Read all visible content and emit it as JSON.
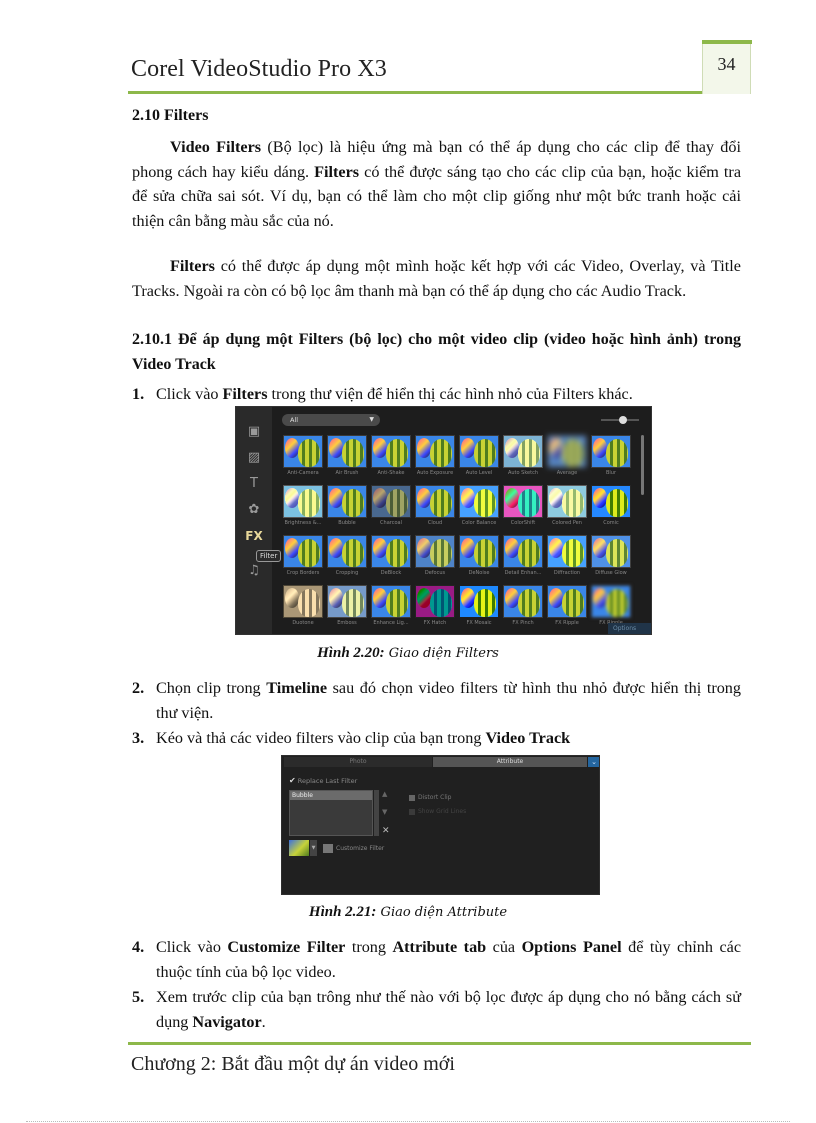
{
  "header": {
    "title": "Corel VideoStudio  Pro X3",
    "page_number": "34",
    "accent_color": "#8db84a"
  },
  "section": {
    "heading": "2.10 Filters",
    "para1": {
      "b1": "Video Filters",
      "t1": " (Bộ lọc) là hiệu ứng mà bạn có thể áp dụng cho các clip để thay đổi phong cách hay kiểu dáng. ",
      "b2": "Filters",
      "t2": " có thể được sáng tạo cho các clip của bạn, hoặc kiểm tra để sửa chữa sai sót. Ví dụ, bạn có thể làm cho một clip giống như một bức tranh hoặc cải thiện cân bằng màu sắc của nó."
    },
    "para2": {
      "b1": "Filters",
      "t1": " có thể được áp dụng một mình hoặc kết hợp với các Video, Overlay, và Title Tracks. Ngoài ra còn có bộ lọc âm thanh mà bạn có thể áp dụng cho các Audio Track."
    },
    "subheading": "2.10.1 Để áp dụng một Filters (bộ lọc) cho một video clip (video hoặc hình ảnh) trong Video Track"
  },
  "steps": [
    {
      "num": "1.",
      "t1": "Click vào ",
      "b1": "Filters",
      "t2": " trong thư viện để hiển thị các hình nhỏ của Filters khác.",
      "b2": "",
      "t3": "",
      "b3": "",
      "t4": ""
    },
    {
      "num": "2.",
      "t1": "Chọn clip trong ",
      "b1": "Timeline",
      "t2": " sau đó chọn video filters từ hình thu nhỏ được hiển thị trong thư viện.",
      "b2": "",
      "t3": "",
      "b3": "",
      "t4": ""
    },
    {
      "num": "3.",
      "t1": "Kéo và thả các video filters vào clip của bạn trong ",
      "b1": "Video Track",
      "t2": "",
      "b2": "",
      "t3": "",
      "b3": "",
      "t4": ""
    },
    {
      "num": "4.",
      "t1": "Click vào ",
      "b1": "Customize Filter",
      "t2": " trong ",
      "b2": "Attribute tab",
      "t3": " của ",
      "b3": "Options Panel",
      "t4": " để tùy chỉnh các thuộc tính của bộ lọc video."
    },
    {
      "num": "5.",
      "t1": "Xem trước clip của bạn trông như thế nào với bộ lọc được áp dụng cho nó bằng cách sử dụng ",
      "b1": "Navigator",
      "t2": ".",
      "b2": "",
      "t3": "",
      "b3": "",
      "t4": ""
    }
  ],
  "figure1": {
    "caption_label": "Hình 2.20:",
    "caption_text": " Giao diện Filters",
    "dropdown_value": "All",
    "tooltip": "Filter",
    "options_label": "Options",
    "sidebar_icons": [
      "video-icon",
      "photo-icon",
      "title-icon",
      "graphic-icon",
      "fx-icon",
      "audio-icon"
    ],
    "filters": [
      "Anti-Camera",
      "Air Brush",
      "Anti-Shake",
      "Auto Exposure",
      "Auto Level",
      "Auto Sketch",
      "Average",
      "Blur",
      "Brightness &...",
      "Bubble",
      "Charcoal",
      "Cloud",
      "Color Balance",
      "ColorShift",
      "Colored Pen",
      "Comic",
      "Crop Borders",
      "Cropping",
      "DeBlock",
      "Defocus",
      "DeNoise",
      "Detail Enhan...",
      "Diffraction",
      "Diffuse Glow",
      "Duotone",
      "Emboss",
      "Enhance Lig...",
      "FX Hatch",
      "FX Mosaic",
      "FX Pinch",
      "FX Ripple",
      "FX Ripple"
    ]
  },
  "figure2": {
    "caption_label": "Hình 2.21:",
    "caption_text": " Giao diện Attribute",
    "tab_photo": "Photo",
    "tab_attribute": "Attribute",
    "replace_last_filter": "Replace Last Filter",
    "filter_list": [
      "Bubble"
    ],
    "distort_clip": "Distort Clip",
    "show_grid": "Show Grid Lines",
    "customize_filter": "Customize Filter"
  },
  "footer": {
    "chapter": "Chương 2: Bắt đầu một dự án video mới"
  }
}
